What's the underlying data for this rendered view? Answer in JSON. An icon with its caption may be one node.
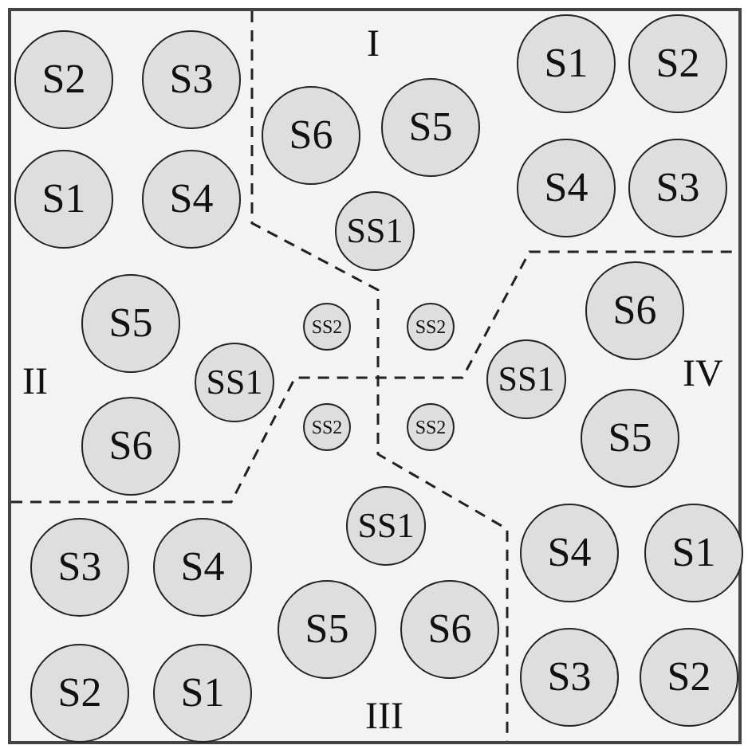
{
  "diagram": {
    "nodes": [
      {
        "text": [
          "S2"
        ]
      },
      {
        "text": [
          "S3"
        ]
      },
      {
        "text": [
          "S1"
        ]
      },
      {
        "text": [
          "S2"
        ]
      },
      {
        "text": [
          "S6"
        ]
      },
      {
        "text": [
          "S5"
        ]
      },
      {
        "text": [
          "S1"
        ]
      },
      {
        "text": [
          "S4"
        ]
      },
      {
        "text": [
          "S4"
        ]
      },
      {
        "text": [
          "S3"
        ]
      },
      {
        "text": [
          "SS1"
        ]
      },
      {
        "text": [
          "S5"
        ]
      },
      {
        "text": [
          "S6"
        ]
      },
      {
        "text": [
          "SS2"
        ]
      },
      {
        "text": [
          "SS2"
        ]
      },
      {
        "text": [
          "SS1"
        ]
      },
      {
        "text": [
          "SS1"
        ]
      },
      {
        "text": [
          "S6"
        ]
      },
      {
        "text": [
          "SS2"
        ]
      },
      {
        "text": [
          "SS2"
        ]
      },
      {
        "text": [
          "S5"
        ]
      },
      {
        "text": [
          "SS1"
        ]
      },
      {
        "text": [
          "S3"
        ]
      },
      {
        "text": [
          "S4"
        ]
      },
      {
        "text": [
          "S4"
        ]
      },
      {
        "text": [
          "S1"
        ]
      },
      {
        "text": [
          "S5"
        ]
      },
      {
        "text": [
          "S6"
        ]
      },
      {
        "text": [
          "S2"
        ]
      },
      {
        "text": [
          "S1"
        ]
      },
      {
        "text": [
          "S3"
        ]
      },
      {
        "text": [
          "S2"
        ]
      }
    ],
    "edges": [],
    "labels": [
      "I",
      "II",
      "IV",
      "III"
    ]
  }
}
